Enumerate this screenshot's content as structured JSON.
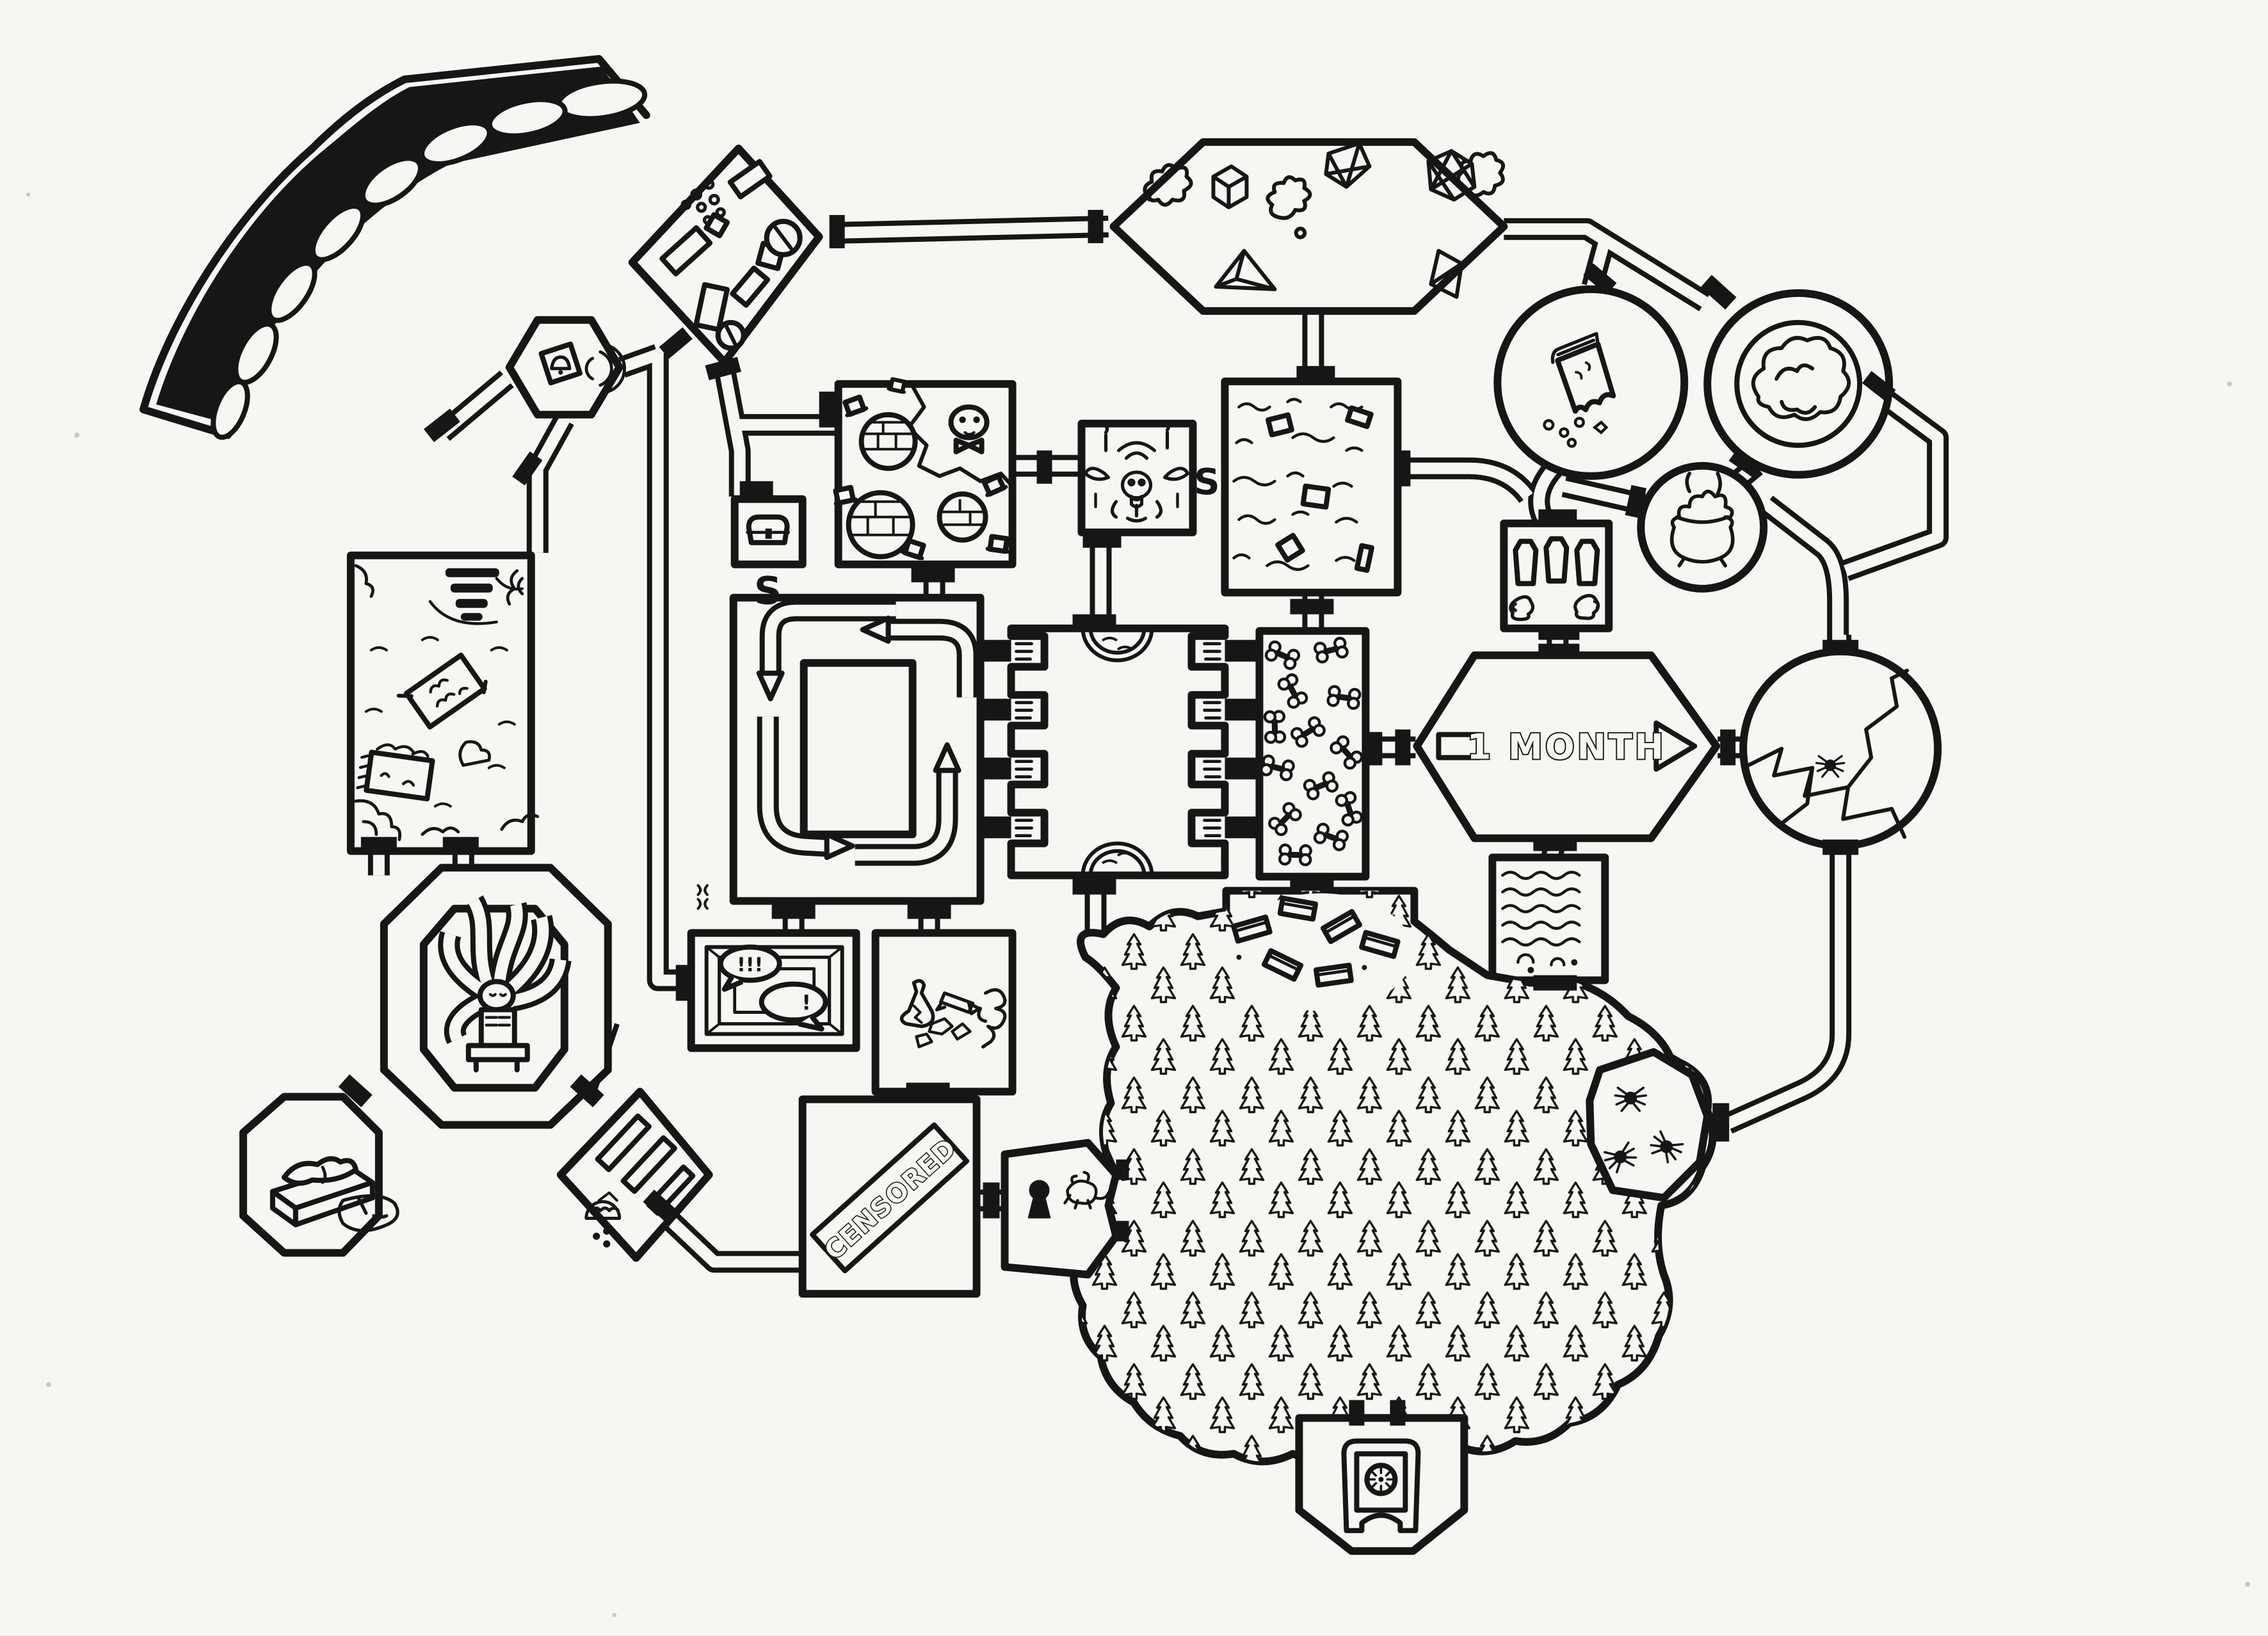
{
  "map": {
    "type": "hand-drawn dungeon map, black ink on white paper",
    "paper_color": "#f7f6f3",
    "ink_color": "#161616",
    "labels": {
      "secret_door_upper": "S",
      "secret_door_altar": "S",
      "one_month_arrow": "1 MONTH",
      "censored_banner": "CENSORED",
      "speech_exclaim": "!!!",
      "speech_anger": "!"
    },
    "rooms": [
      {
        "id": "chasm",
        "name": "black chasm crevasse",
        "contents": [
          "rocky-ledge-icon"
        ]
      },
      {
        "id": "bell-room",
        "name": "hexagonal alarm room",
        "contents": [
          "ringing-bell-icon"
        ]
      },
      {
        "id": "rubble-room",
        "name": "diamond rubble room",
        "contents": [
          "debris-blocks-icon",
          "pebble-cluster-icon"
        ]
      },
      {
        "id": "gem-room",
        "name": "gem cache hall",
        "contents": [
          "d6-die-icon",
          "d4-die-icon",
          "d8-die-icon",
          "d20-die-icon",
          "cut-gem-icon",
          "slime-blob-icon"
        ]
      },
      {
        "id": "skull-tavern",
        "name": "tavern room with torn corner",
        "contents": [
          "skull-bowtie-icon",
          "round-table-icon",
          "stool-icon"
        ]
      },
      {
        "id": "chest-nook",
        "name": "small chest room with secret door",
        "contents": [
          "treasure-chest-icon"
        ]
      },
      {
        "id": "altar-room",
        "name": "shrine with secret door",
        "contents": [
          "horned-skull-altar-icon",
          "candle-icon"
        ]
      },
      {
        "id": "flooded-room",
        "name": "flooded chamber",
        "contents": [
          "waves-icon",
          "floating-crate-icon"
        ]
      },
      {
        "id": "book-cave",
        "name": "round cave",
        "contents": [
          "crumbling-book-icon"
        ]
      },
      {
        "id": "boulder-vault",
        "name": "double-walled round vault",
        "contents": [
          "brain-boulder-icon"
        ]
      },
      {
        "id": "cauldron-den",
        "name": "round den",
        "contents": [
          "bubbling-cauldron-icon"
        ]
      },
      {
        "id": "crypt",
        "name": "crypt",
        "contents": [
          "sarcophagus-icon",
          "sarcophagus-icon",
          "sarcophagus-icon",
          "urn-icon",
          "urn-icon"
        ]
      },
      {
        "id": "one-month-hall",
        "name": "hexagonal hall with travel-time arrow",
        "contents": [
          "arrow-icon"
        ]
      },
      {
        "id": "fissure-cave",
        "name": "round cave with floor crack",
        "contents": [
          "fissure-icon",
          "spider-icon"
        ]
      },
      {
        "id": "flooded-hall",
        "name": "long flooded hall",
        "contents": [
          "steps-icon",
          "raft-icon",
          "raft-icon",
          "ripples-icon",
          "rubble-icon"
        ]
      },
      {
        "id": "statue-ring",
        "name": "octagonal ring around statue chamber",
        "contents": [
          "tentacle-statue-icon"
        ]
      },
      {
        "id": "corpse-room",
        "name": "octagonal room",
        "contents": [
          "corpse-on-slab-icon",
          "blood-pool-icon"
        ]
      },
      {
        "id": "rotating-hall",
        "name": "circulating corridor room",
        "contents": [
          "curved-arrow-icon",
          "curved-arrow-icon",
          "curved-arrow-icon",
          "curved-arrow-icon"
        ]
      },
      {
        "id": "alcove-hall",
        "name": "hall with eight alcoves and two pools",
        "contents": [
          "alcove-icon",
          "半circle-pool-icon"
        ]
      },
      {
        "id": "bone-room",
        "name": "bone-strewn gallery",
        "contents": [
          "bone-icon"
        ]
      },
      {
        "id": "pool-room",
        "name": "murky pool room",
        "contents": [
          "waves-icon"
        ]
      },
      {
        "id": "crate-clearing",
        "name": "clearing with crates",
        "contents": [
          "crate-icon"
        ]
      },
      {
        "id": "forest-cavern",
        "name": "underground pine forest",
        "contents": [
          "pine-tree-icon"
        ]
      },
      {
        "id": "spider-nest",
        "name": "spider nest alcove",
        "contents": [
          "spider-icon",
          "spider-icon",
          "spider-icon"
        ]
      },
      {
        "id": "safe-room",
        "name": "strongbox room",
        "contents": [
          "combination-safe-icon"
        ]
      },
      {
        "id": "keyhole-room",
        "name": "locked forest gate room",
        "contents": [
          "keyhole-icon",
          "rat-icon"
        ]
      },
      {
        "id": "trench-room",
        "name": "diamond room with grates",
        "contents": [
          "trench-grate-icon",
          "pie-with-crumbs-icon"
        ]
      },
      {
        "id": "censored-room",
        "name": "censored room",
        "contents": [
          "censored-banner-icon"
        ]
      },
      {
        "id": "picture-room",
        "name": "arguing portrait room",
        "contents": [
          "nested-picture-frame-icon",
          "speech-bubble-icon",
          "anger-mark-icon"
        ]
      },
      {
        "id": "broken-lab-room",
        "name": "broken equipment room",
        "contents": [
          "broken-flask-icon",
          "broken-pencil-icon",
          "paper-scraps-icon",
          "coiled-rope-icon"
        ]
      }
    ]
  }
}
